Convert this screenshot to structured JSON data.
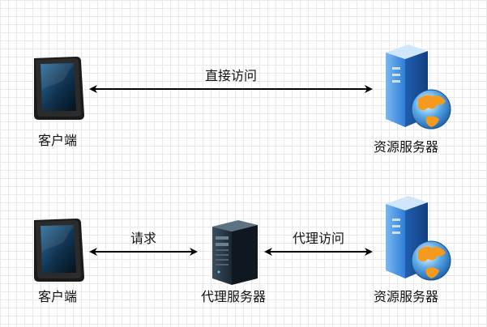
{
  "diagram": {
    "top_row": {
      "client": {
        "label": "客户端",
        "icon": "tablet-icon"
      },
      "edge": {
        "label": "直接访问"
      },
      "resource": {
        "label": "资源服务器",
        "icon": "web-server-globe-icon"
      }
    },
    "bottom_row": {
      "client": {
        "label": "客户端",
        "icon": "tablet-icon"
      },
      "edge_left": {
        "label": "请求"
      },
      "proxy": {
        "label": "代理服务器",
        "icon": "server-tower-icon"
      },
      "edge_right": {
        "label": "代理访问"
      },
      "resource": {
        "label": "资源服务器",
        "icon": "web-server-globe-icon"
      }
    }
  }
}
